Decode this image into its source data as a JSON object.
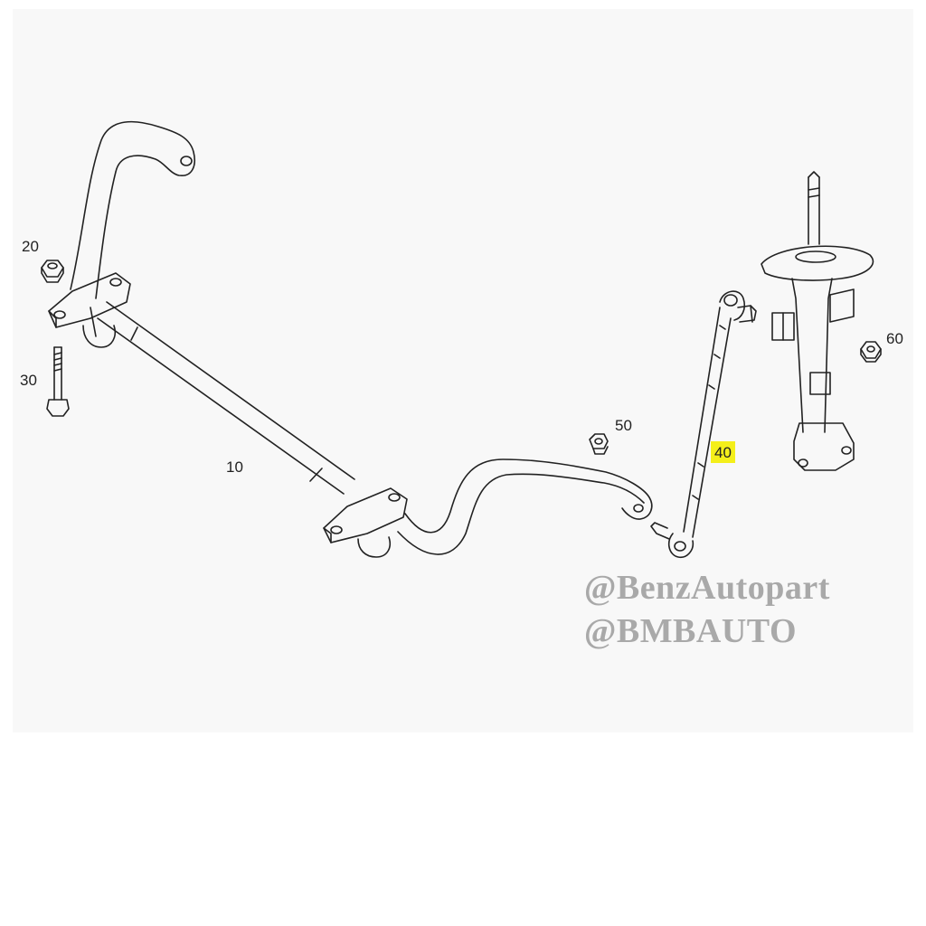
{
  "callouts": {
    "part_10": "10",
    "part_20": "20",
    "part_30": "30",
    "part_40": "40",
    "part_50": "50",
    "part_60": "60"
  },
  "highlighted_part": "40",
  "highlight_color": "#f4ef1a",
  "watermark": {
    "line1": "@BenzAutopart",
    "line2": "@BMBAUTO",
    "color": "#a9a9a9"
  }
}
